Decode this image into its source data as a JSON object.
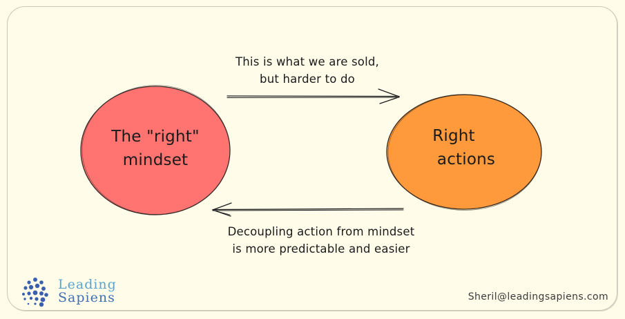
{
  "diagram": {
    "nodes": [
      {
        "id": "mindset",
        "label_line1": "The \"right\"",
        "label_line2": "mindset",
        "fill": "#ff7470",
        "shape": "ellipse"
      },
      {
        "id": "actions",
        "label_line1": "Right",
        "label_line2": "actions",
        "fill": "#ff9a3c",
        "shape": "ellipse"
      }
    ],
    "edges": [
      {
        "from": "mindset",
        "to": "actions",
        "direction": "right",
        "label_line1": "This is what we are sold,",
        "label_line2": "but harder to do"
      },
      {
        "from": "actions",
        "to": "mindset",
        "direction": "left",
        "label_line1": "Decoupling action from mindset",
        "label_line2": "is more predictable and easier"
      }
    ]
  },
  "branding": {
    "logo_line1": "Leading",
    "logo_line2": "Sapiens",
    "logo_color_light": "#5ba3cf",
    "logo_color_dark": "#3e6fb5",
    "email": "Sheril@leadingsapiens.com"
  },
  "colors": {
    "background": "#fffdea",
    "stroke": "#1a1a1a",
    "frame": "#c8c6b6"
  }
}
